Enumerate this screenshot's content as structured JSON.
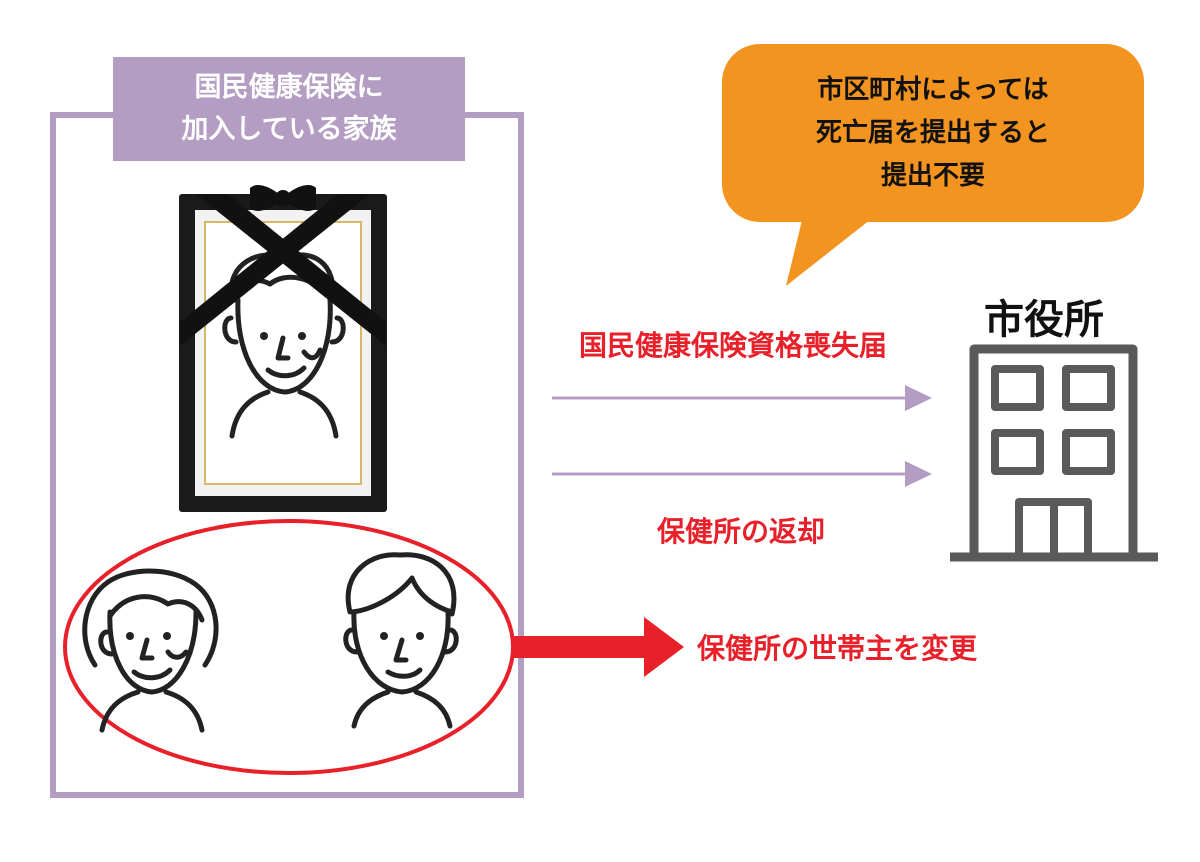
{
  "family_box": {
    "header": "国民健康保険に\n加入している家族"
  },
  "callout": {
    "text": "市区町村によっては\n死亡届を提出すると\n提出不要"
  },
  "city_hall": {
    "label": "市役所"
  },
  "flows": {
    "insurance_loss": "国民健康保険資格喪失届",
    "card_return": "保健所の返却",
    "head_change": "保健所の世帯主を変更"
  },
  "colors": {
    "purple": "#b49dc2",
    "orange": "#f39420",
    "red": "#e8202a",
    "gray": "#5a5a5a"
  }
}
